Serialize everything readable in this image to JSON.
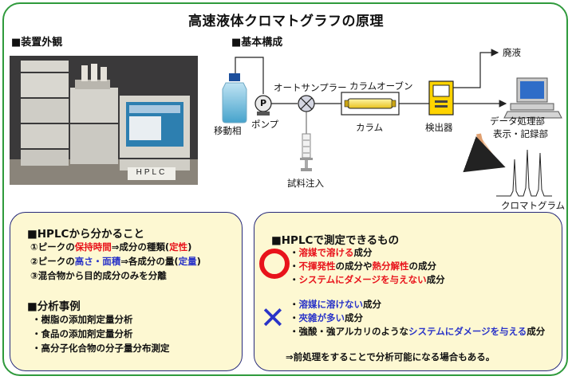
{
  "title": "高速液体クロマトグラフの原理",
  "sections": {
    "appearance": "■装置外観",
    "config": "■基本構成"
  },
  "photo": {
    "label": "HPLC"
  },
  "diagram": {
    "mobile_phase": "移動相",
    "pump": "ポンプ",
    "pump_letter": "P",
    "autosampler": "オートサンプラー",
    "column_oven": "カラムオーブン",
    "column": "カラム",
    "detector": "検出器",
    "waste": "廃液",
    "data_processing": "データ処理部",
    "display_record": "表示・記録部",
    "sample_injection": "試料注入",
    "chromatogram": "クロマトグラム"
  },
  "left_box": {
    "heading1": "■HPLCから分かること",
    "items": [
      {
        "num": "①",
        "a": "ピークの",
        "b": "保持時間",
        "c": "⇒成分の種類(",
        "d": "定性",
        "e": ")"
      },
      {
        "num": "②",
        "a": "ピークの",
        "b": "高さ・面積",
        "c": "⇒各成分の量(",
        "d": "定量",
        "e": ")"
      },
      {
        "num": "③",
        "a": "混合物から目的成分のみを分離"
      }
    ],
    "heading2": "■分析事例",
    "cases": [
      "・樹脂の添加剤定量分析",
      "・食品の添加剤定量分析",
      "・高分子化合物の分子量分布測定"
    ]
  },
  "right_box": {
    "heading": "■HPLCで測定できるもの",
    "ok": [
      {
        "pre": "・",
        "r1": "溶媒で溶ける",
        "m": "成分",
        "r2": "",
        "post": ""
      },
      {
        "pre": "・",
        "r1": "不揮発性",
        "m": "の成分や",
        "r2": "熱分解性",
        "post": "の成分"
      },
      {
        "pre": "・",
        "r1": "システムにダメージを与えない",
        "m": "成分",
        "r2": "",
        "post": ""
      }
    ],
    "ng": [
      {
        "pre": "・",
        "b1": "溶媒に溶けない",
        "m": "成分"
      },
      {
        "pre": "・",
        "b1": "夾雑が多い",
        "m": "成分"
      },
      {
        "pre": "・強酸・強アルカリのような",
        "b1": "システムにダメージを与える",
        "m": "成分"
      }
    ],
    "note": "⇒前処理をすることで分析可能になる場合もある。"
  },
  "colors": {
    "frame": "#2f9a3c",
    "box_fill": "#fdf8d2",
    "box_border": "#26297a",
    "red": "#e8131b",
    "blue": "#2a34c8"
  }
}
